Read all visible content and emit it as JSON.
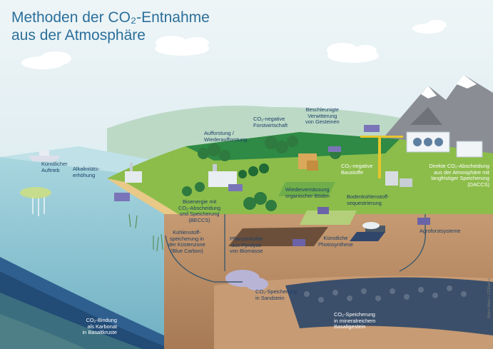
{
  "title": {
    "line1": "Methoden der CO₂-Entnahme",
    "line2": "aus der Atmosphäre"
  },
  "labels": {
    "kuenstlicher_auftrieb": "Künstlicher\nAuftrieb",
    "alkalinitaet": "Alkalinitäts-\nerhöhung",
    "aufforstung": "Aufforstung /\nWiederaufforstung",
    "co2_forstwirtschaft": "CO₂-negative\nForstwirtschaft",
    "verwitterung": "Beschleunigte\nVerwitterung\nvon Gesteinen",
    "baustoffe": "CO₂-negative\nBaustoffe",
    "daccs": "Direkte CO₂-Abscheidung\naus der Atmosphäre mit\nlangfristiger Speicherung\n(DACCS)",
    "beccs": "Bioenergie mit\nCO₂-Abscheidung\nund Speicherung\n(BECCS)",
    "wiedervernaessung": "Wiedervernässung\norganischer Böden",
    "bodenkohlenstoff": "Bodenkohlenstoff-\nsequestrierung",
    "kohlenstoff_kueste": "Kohlenstoff-\nspeicherung in\nder Küstenzone\n(Blue Carbon)",
    "pflanzenkohle": "Pflanzenkohle\naus Pyrolyse\nvon Biomasse",
    "photosynthese": "Künstliche\nPhotosynthese",
    "agroforst": "Agroforstsysteme",
    "sandstein": "CO₂-Speicherung\nin Sandstein",
    "basaltkruste": "CO₂-Bindung\nals Karbonat\nin Basaltkruste",
    "basaltgestein": "CO₂-Speicherung\nin mineralreichem\nBasaltgestein"
  },
  "credit": "Björn Maier / CDRterra",
  "colors": {
    "title": "#2b6f9a",
    "label_dark": "#1d3f66",
    "label_light": "#ffffff",
    "sky": "#dcebee",
    "ocean": "#8fc3cf",
    "grass": "#8cbd4a",
    "forest": "#2e8a45",
    "soil": "#b98a63",
    "mountain": "#8a8d94"
  },
  "icons": [
    "cloud",
    "mountain",
    "tree",
    "factory",
    "truck",
    "tractor",
    "crane",
    "fan-unit",
    "rock-pile",
    "pipeline"
  ]
}
